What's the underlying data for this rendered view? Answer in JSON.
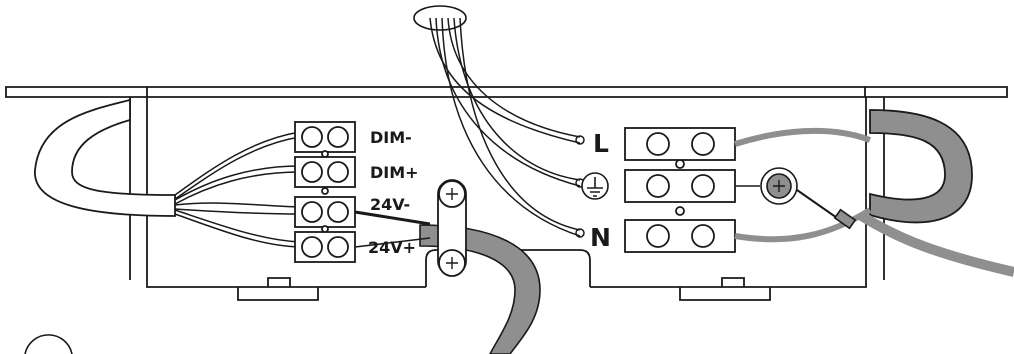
{
  "labels": {
    "dim_minus": "DIM-",
    "dim_plus": "DIM+",
    "v24_minus": "24V-",
    "v24_plus": "24V+",
    "live": "L",
    "neutral": "N"
  },
  "colors": {
    "line": "#1a1a1a",
    "cable_gray": "#8f8f8f",
    "background": "#ffffff"
  }
}
